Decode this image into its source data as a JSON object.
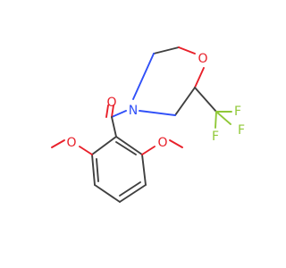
{
  "molecule": {
    "atoms": {
      "ring_oxygen": "O",
      "nitrogen": "N",
      "carbonyl_oxygen": "O",
      "fluorine_1": "F",
      "fluorine_2": "F",
      "fluorine_3": "F",
      "methoxy_oxygen_left": "O",
      "methoxy_oxygen_right": "O"
    },
    "colors": {
      "bond": "#404040",
      "oxygen": "#e8202a",
      "nitrogen": "#3050f8",
      "fluorine": "#90c838"
    }
  }
}
